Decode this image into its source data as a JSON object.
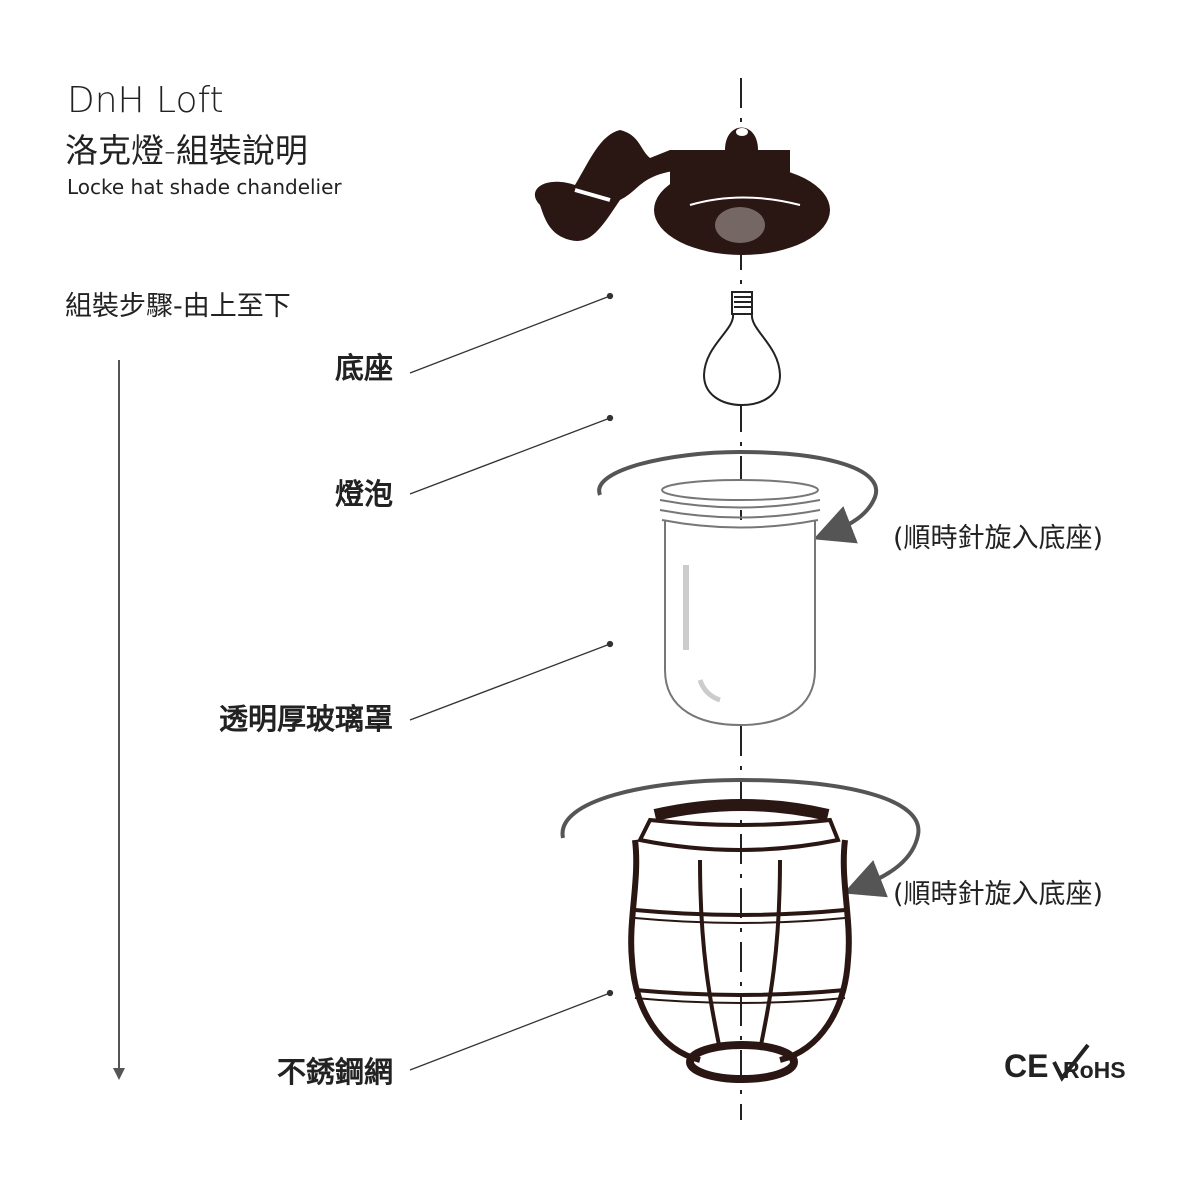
{
  "header": {
    "brand": "DnH Loft",
    "title": "洛克燈-組裝說明",
    "subtitle": "Locke hat shade chandelier"
  },
  "steps_heading": "組裝步驟-由上至下",
  "parts": [
    {
      "label": "底座"
    },
    {
      "label": "燈泡"
    },
    {
      "label": "透明厚玻璃罩"
    },
    {
      "label": "不銹鋼網"
    }
  ],
  "rotation_notes": [
    "(順時針旋入底座)",
    "(順時針旋入底座)"
  ],
  "certifications": [
    "CE",
    "RoHS"
  ],
  "colors": {
    "ink": "#222222",
    "canopy": "#2a1612",
    "arrow": "#555555"
  }
}
